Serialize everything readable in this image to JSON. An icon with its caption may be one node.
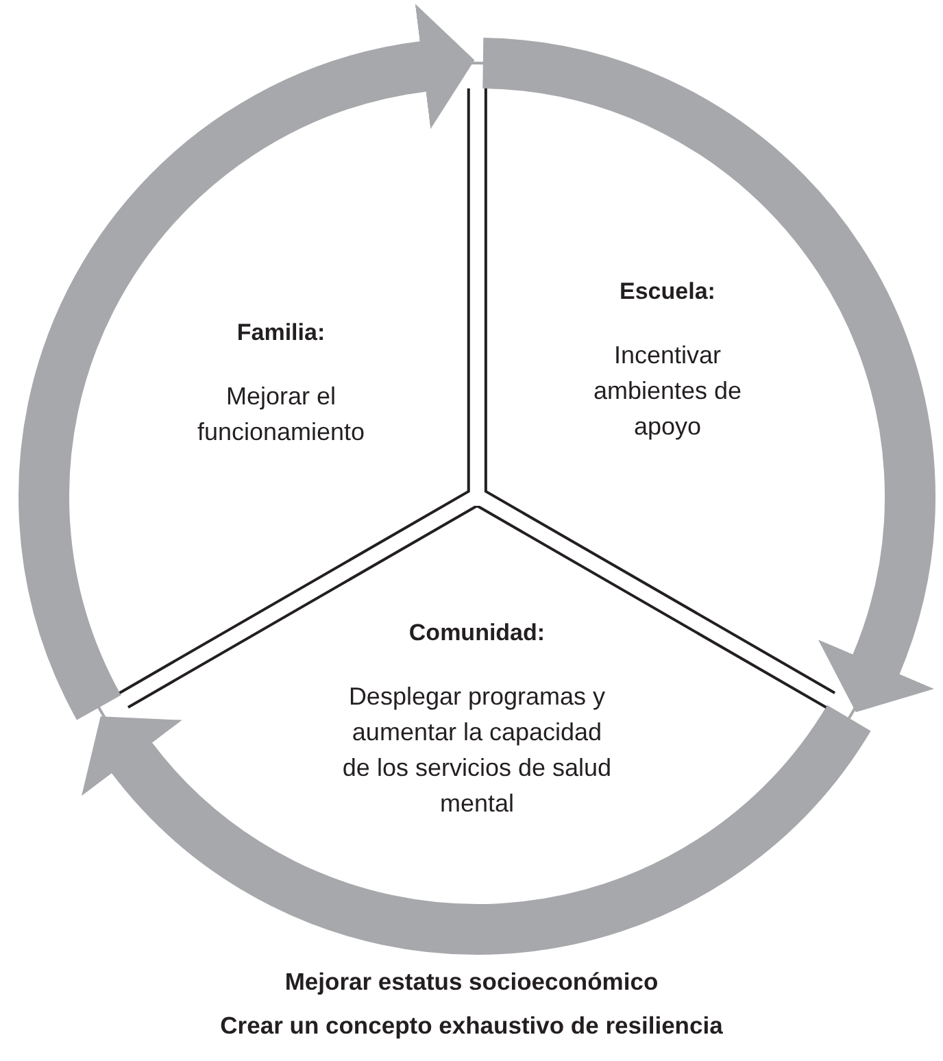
{
  "diagram": {
    "nodes": [
      {
        "text": [
          "Familia:",
          "Mejorar el funcionamiento"
        ]
      },
      {
        "text": [
          "Escuela:",
          "Incentivar ambientes de apoyo"
        ]
      },
      {
        "text": [
          "Comunidad:",
          "Desplegar programas y aumentar la capacidad de los servicios de salud mental"
        ]
      }
    ],
    "edges": [
      {
        "from": 0,
        "to": 1,
        "arrow": "to"
      },
      {
        "from": 1,
        "to": 2,
        "arrow": "to"
      },
      {
        "from": 2,
        "to": 0,
        "arrow": "to"
      }
    ],
    "labels": [
      "Mejorar estatus socioeconómico",
      "Crear un concepto exhaustivo de resiliencia"
    ]
  }
}
